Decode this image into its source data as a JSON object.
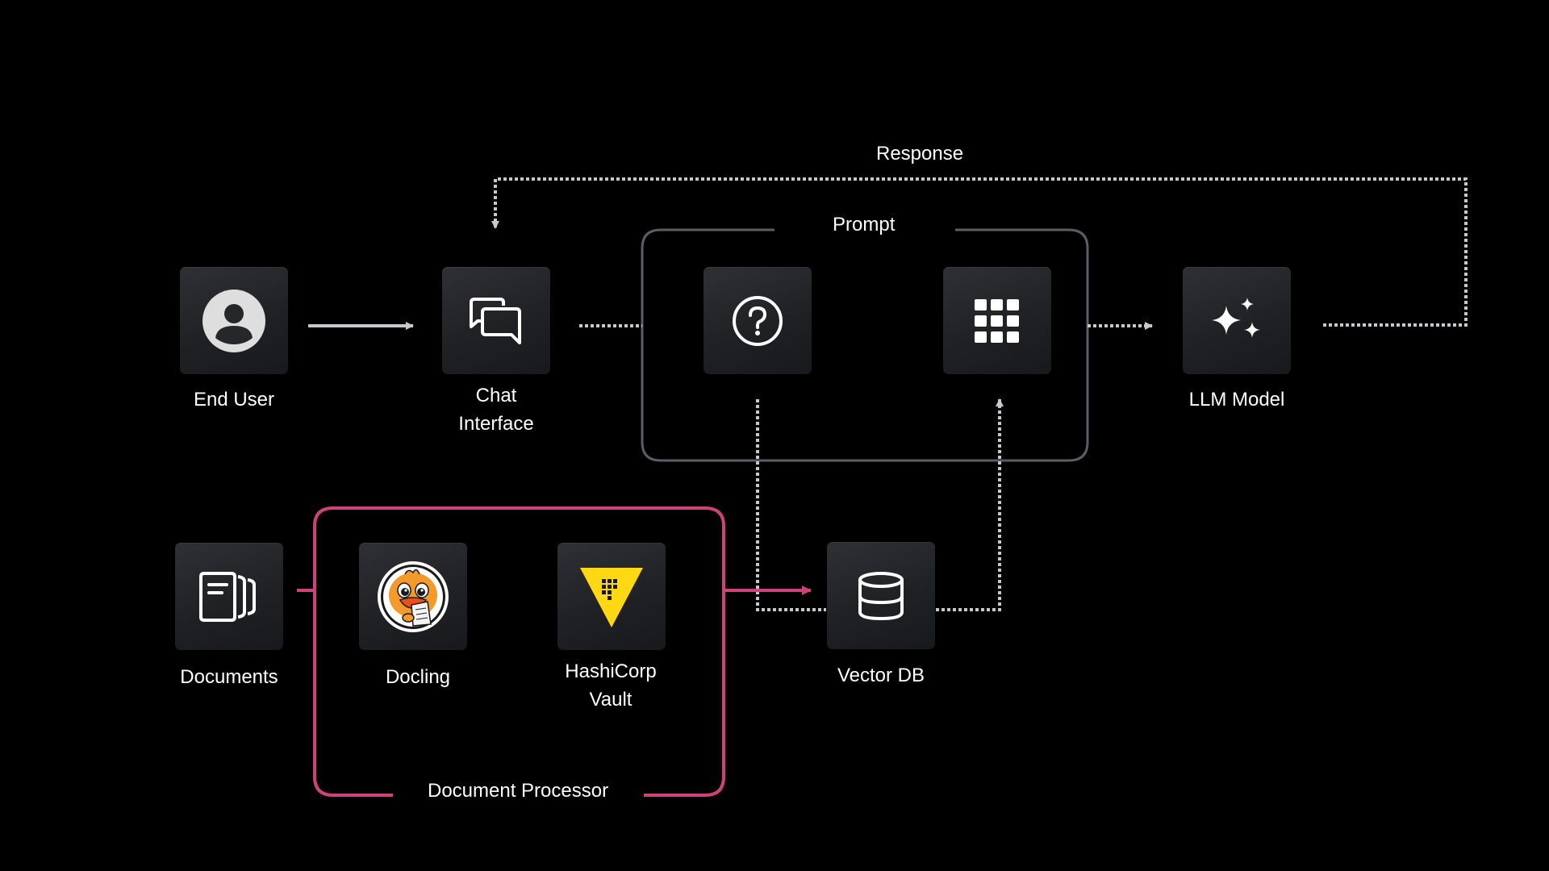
{
  "nodes": {
    "end_user": {
      "label": "End User",
      "icon": "user-icon"
    },
    "chat_interface": {
      "label": "Chat\nInterface",
      "icon": "chat-bubbles-icon"
    },
    "question": {
      "label": "",
      "icon": "question-icon"
    },
    "context": {
      "label": "",
      "icon": "grid-icon"
    },
    "llm_model": {
      "label": "LLM Model",
      "icon": "sparkles-icon"
    },
    "documents": {
      "label": "Documents",
      "icon": "documents-icon"
    },
    "docling": {
      "label": "Docling",
      "icon": "docling-duck-logo"
    },
    "vault": {
      "label": "HashiCorp\nVault",
      "icon": "vault-triangle-logo"
    },
    "vector_db": {
      "label": "Vector DB",
      "icon": "database-icon"
    }
  },
  "groups": {
    "prompt": {
      "label": "Prompt",
      "color": "#5b5e66"
    },
    "document_processor": {
      "label": "Document Processor",
      "color": "#d0407a"
    }
  },
  "edges": {
    "response": {
      "label": "Response"
    }
  },
  "colors": {
    "background": "#000000",
    "tile": "#26272b",
    "wire": "#c8c8cc",
    "accent": "#d0407a",
    "vault_yellow": "#ffd814",
    "docling_orange": "#f39a2a"
  }
}
